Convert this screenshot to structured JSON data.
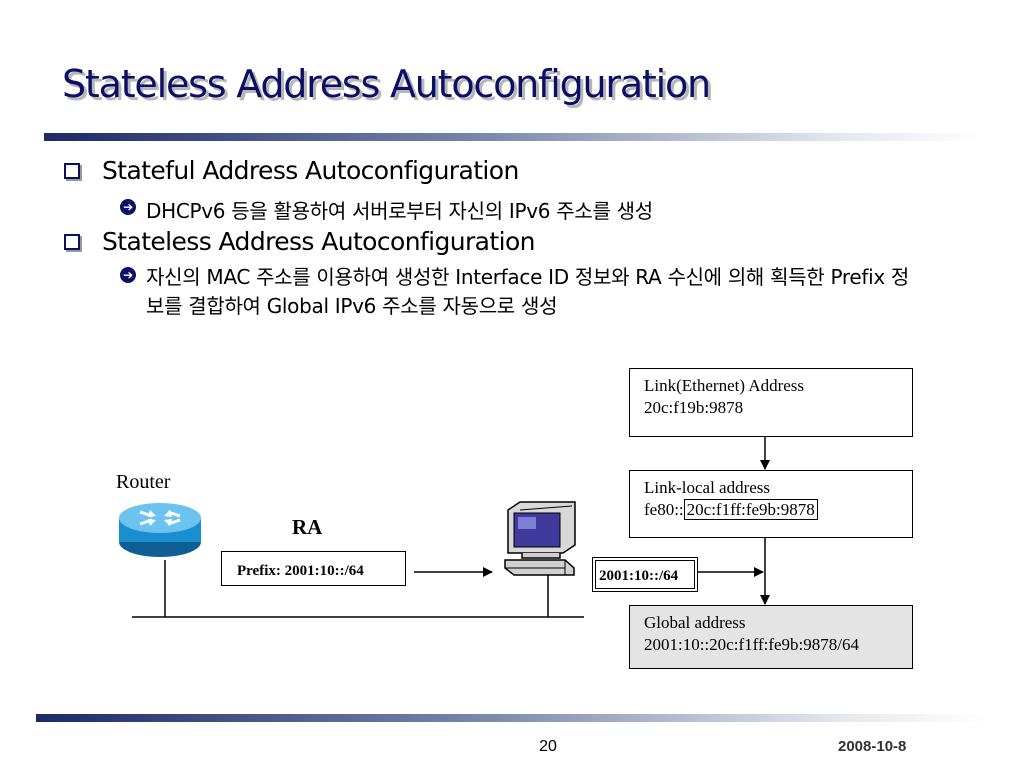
{
  "slide": {
    "title": "Stateless Address Autoconfiguration",
    "page_number": "20",
    "date": "2008-10-8"
  },
  "bullets": [
    {
      "text": "Stateful Address Autoconfiguration",
      "sub": [
        "DHCPv6 등을 활용하여 서버로부터 자신의 IPv6 주소를 생성"
      ]
    },
    {
      "text": "Stateless Address Autoconfiguration",
      "sub": [
        "자신의 MAC 주소를 이용하여 생성한 Interface ID 정보와 RA 수신에 의해 획득한 Prefix 정보를 결합하여 Global  IPv6 주소를 자동으로 생성"
      ]
    }
  ],
  "diagram": {
    "router_label": "Router",
    "ra_label": "RA",
    "prefix_box": "Prefix: 2001:10::/64",
    "prefix_input": "2001:10::/64",
    "link_box": {
      "line1": "Link(Ethernet) Address",
      "line2": "20c:f19b:9878"
    },
    "linklocal_box": {
      "line1": "Link-local address",
      "line2_prefix": "fe80::",
      "line2_iid": "20c:f1ff:fe9b:9878"
    },
    "global_box": {
      "line1": "Global address",
      "line2": "2001:10::20c:f1ff:fe9b:9878/64"
    }
  },
  "colors": {
    "title": "#0b0f66",
    "rule_dark": "#1c2a66",
    "global_box_fill": "#e4e4e4",
    "router_fill": "#1a8fd0"
  }
}
